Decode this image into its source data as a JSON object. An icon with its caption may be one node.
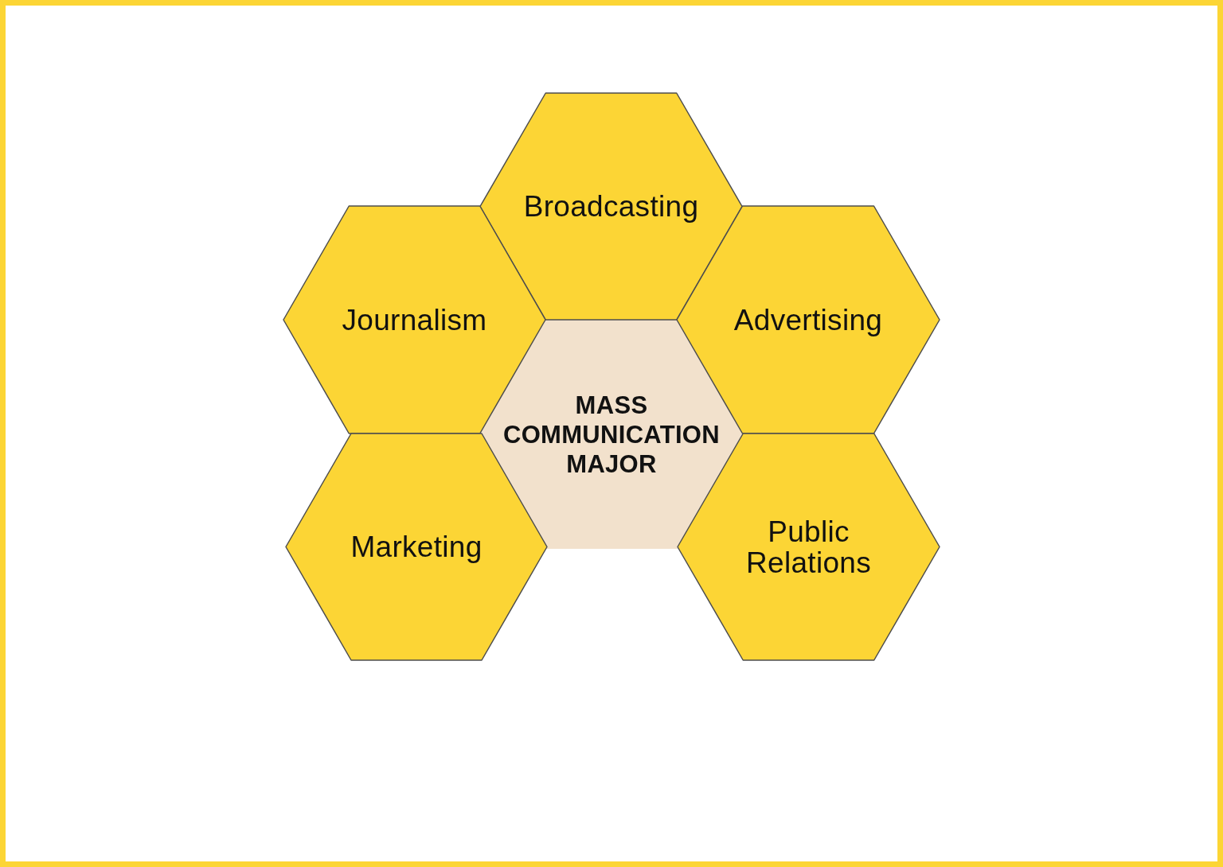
{
  "diagram": {
    "nodes": [
      {
        "text": [
          "Broadcasting"
        ]
      },
      {
        "text": [
          "Journalism"
        ]
      },
      {
        "text": [
          "Advertising"
        ]
      },
      {
        "text": [
          "MASS COMMUNICATION MAJOR"
        ]
      },
      {
        "text": [
          "Marketing"
        ]
      },
      {
        "text": [
          "Public Relations"
        ]
      }
    ]
  }
}
